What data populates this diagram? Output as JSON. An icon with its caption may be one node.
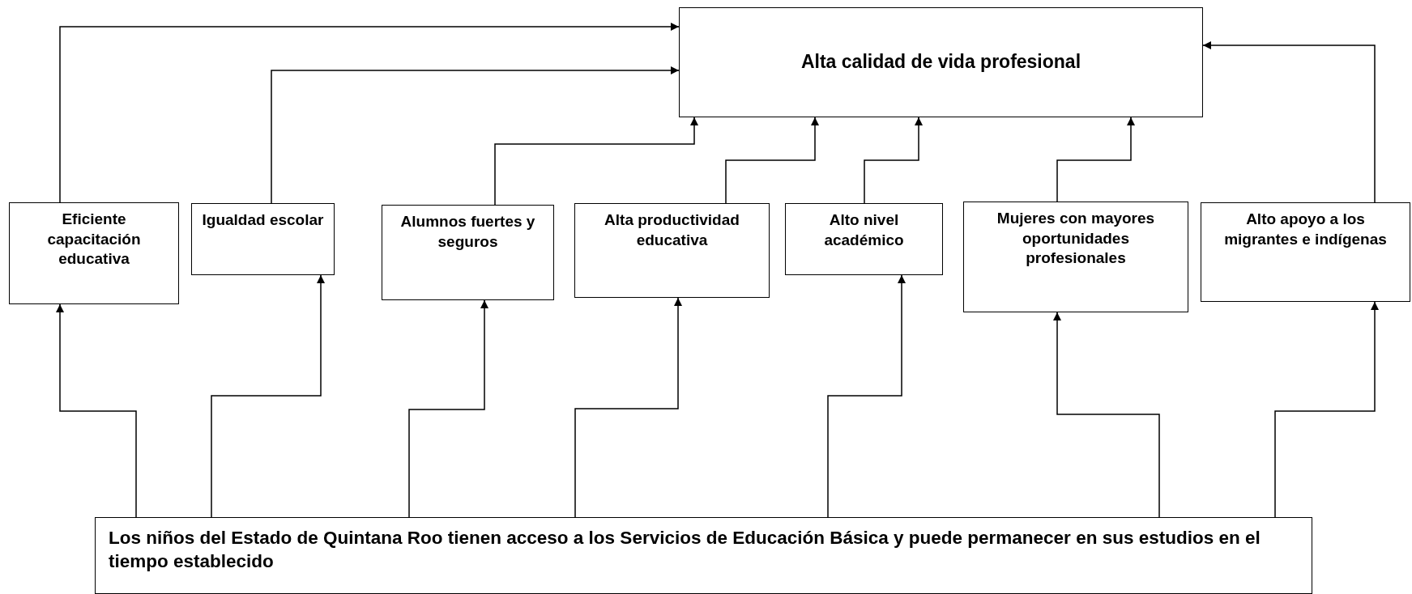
{
  "diagram": {
    "nodes": [
      {
        "text": [
          "Alta calidad de vida profesional"
        ]
      },
      {
        "text": [
          "Eficiente capacitación educativa"
        ]
      },
      {
        "text": [
          "Igualdad escolar"
        ]
      },
      {
        "text": [
          "Alumnos fuertes y seguros"
        ]
      },
      {
        "text": [
          "Alta productividad educativa"
        ]
      },
      {
        "text": [
          "Alto nivel académico"
        ]
      },
      {
        "text": [
          "Mujeres con mayores oportunidades profesionales"
        ]
      },
      {
        "text": [
          "Alto apoyo a los migrantes e indígenas"
        ]
      },
      {
        "text": [
          "Los niños del Estado de Quintana Roo tienen acceso a los Servicios de Educación Básica y puede permanecer en sus estudios en el tiempo establecido"
        ]
      }
    ],
    "edges": [
      {
        "from": 1,
        "to": 0,
        "arrow": "to"
      },
      {
        "from": 2,
        "to": 0,
        "arrow": "to"
      },
      {
        "from": 3,
        "to": 0,
        "arrow": "to"
      },
      {
        "from": 4,
        "to": 0,
        "arrow": "to"
      },
      {
        "from": 5,
        "to": 0,
        "arrow": "to"
      },
      {
        "from": 6,
        "to": 0,
        "arrow": "to"
      },
      {
        "from": 7,
        "to": 0,
        "arrow": "to"
      },
      {
        "from": 8,
        "to": 1,
        "arrow": "to"
      },
      {
        "from": 8,
        "to": 2,
        "arrow": "to"
      },
      {
        "from": 8,
        "to": 3,
        "arrow": "to"
      },
      {
        "from": 8,
        "to": 4,
        "arrow": "to"
      },
      {
        "from": 8,
        "to": 5,
        "arrow": "to"
      },
      {
        "from": 8,
        "to": 6,
        "arrow": "to"
      },
      {
        "from": 8,
        "to": 7,
        "arrow": "to"
      }
    ]
  }
}
